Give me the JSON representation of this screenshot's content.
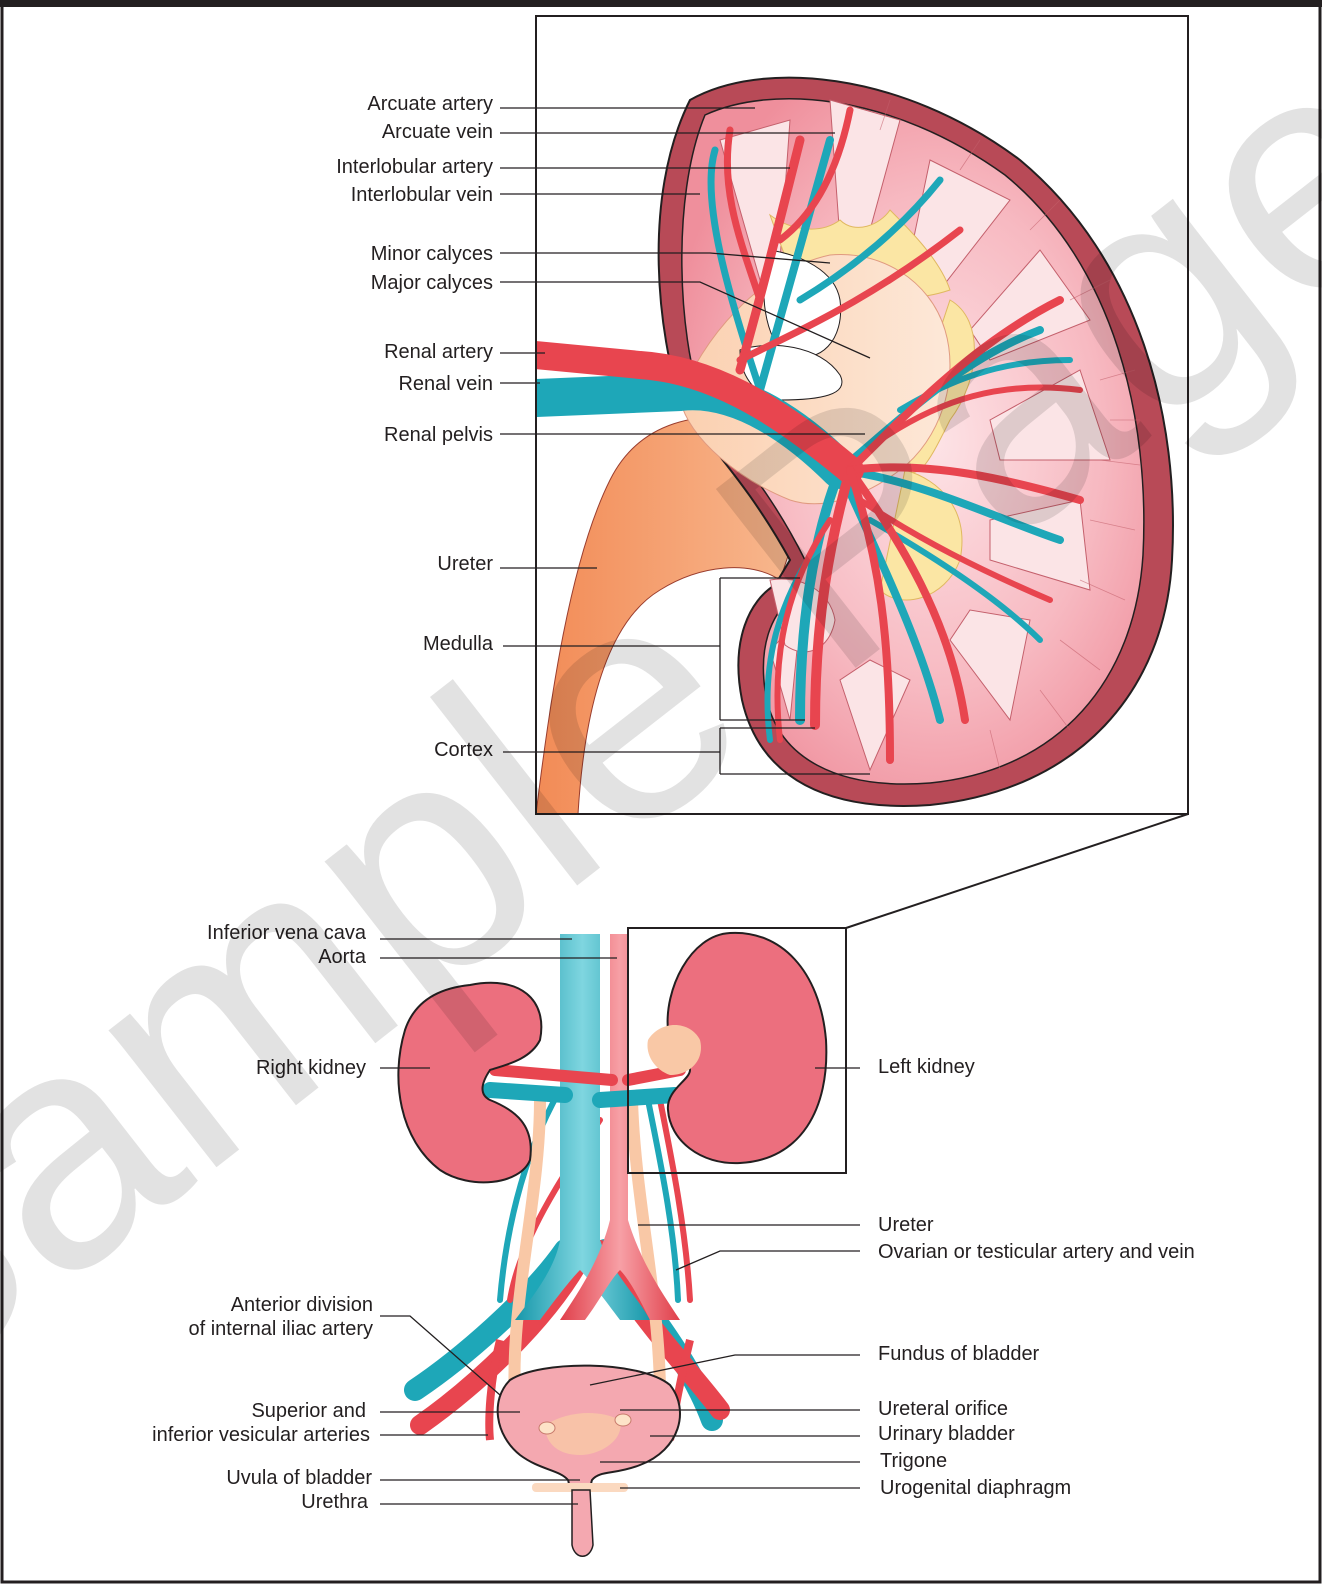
{
  "watermark": "Sample Page",
  "colors": {
    "artery": "#e8454f",
    "vein": "#1ea7b8",
    "kidney": "#ec6f7e",
    "capsule": "#b84a57",
    "ureter": "#f5a06a",
    "pelvis": "#f9cfae",
    "calyx_yellow": "#fbe6a4",
    "line": "#231f20"
  },
  "labels": {
    "arcuate_artery": "Arcuate artery",
    "arcuate_vein": "Arcuate vein",
    "interlobular_artery": "Interlobular artery",
    "interlobular_vein": "Interlobular vein",
    "minor_calyces": "Minor calyces",
    "major_calyces": "Major calyces",
    "renal_artery": "Renal artery",
    "renal_vein": "Renal vein",
    "renal_pelvis": "Renal pelvis",
    "ureter_top": "Ureter",
    "medulla": "Medulla",
    "cortex": "Cortex",
    "inferior_vena_cava": "Inferior vena cava",
    "aorta": "Aorta",
    "right_kidney": "Right kidney",
    "left_kidney": "Left kidney",
    "ureter_bottom": "Ureter",
    "ovarian_artery_vein": "Ovarian or testicular artery and vein",
    "anterior_division_1": "Anterior division",
    "anterior_division_2": "of internal iliac artery",
    "fundus_of_bladder": "Fundus of bladder",
    "superior_vesicular_1": "Superior and",
    "superior_vesicular_2": "inferior vesicular arteries",
    "ureteral_orifice": "Ureteral orifice",
    "urinary_bladder": "Urinary bladder",
    "trigone": "Trigone",
    "uvula_of_bladder": "Uvula of bladder",
    "urogenital_diaphragm": "Urogenital diaphragm",
    "urethra": "Urethra"
  }
}
